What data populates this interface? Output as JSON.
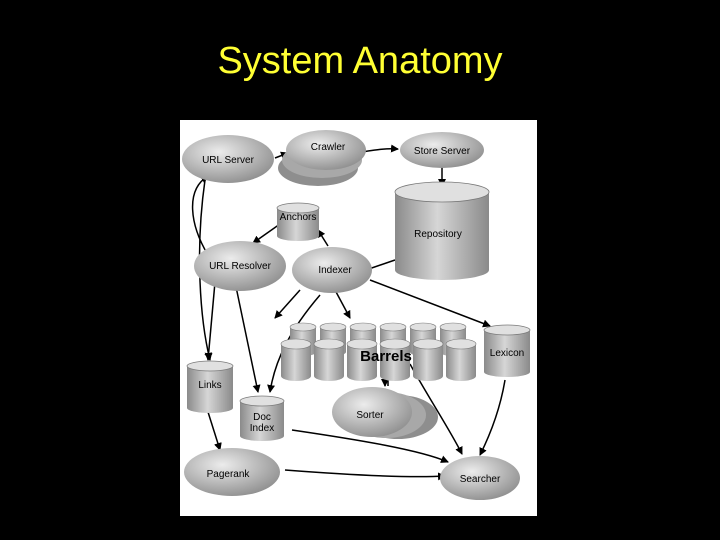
{
  "slide": {
    "title": "System Anatomy"
  },
  "diagram": {
    "nodes": {
      "url_server": "URL Server",
      "crawler": "Crawler",
      "store_server": "Store Server",
      "anchors": "Anchors",
      "repository": "Repository",
      "url_resolver": "URL Resolver",
      "indexer": "Indexer",
      "barrels": "Barrels",
      "lexicon": "Lexicon",
      "links": "Links",
      "doc_index_line1": "Doc",
      "doc_index_line2": "Index",
      "sorter": "Sorter",
      "pagerank": "Pagerank",
      "searcher": "Searcher"
    },
    "colors": {
      "background": "#000000",
      "title": "#ffff33",
      "panel": "#ffffff",
      "node_fill": "#b4b4b4"
    }
  }
}
